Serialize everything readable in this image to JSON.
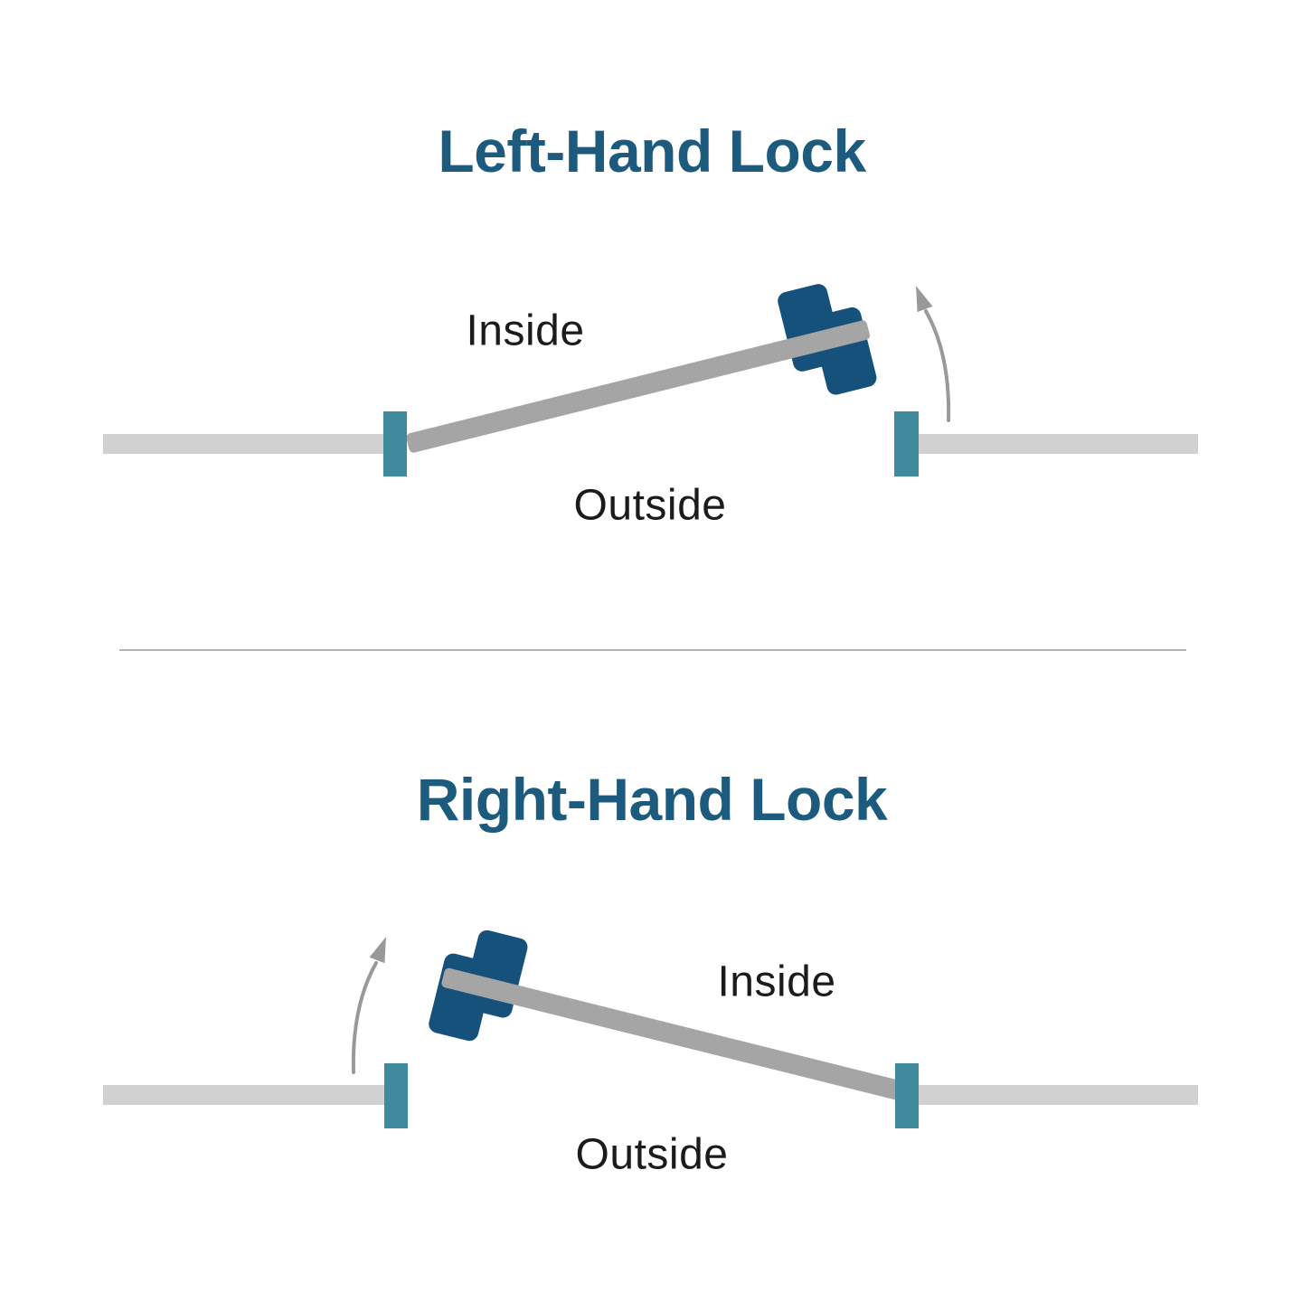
{
  "page": {
    "background": "#FFFFFF",
    "description": "Door handedness diagram showing left-hand and right-hand lock swing directions"
  },
  "colors": {
    "title_blue": "#1C5B7E",
    "label_black": "#1B1B1B",
    "lock_blue": "#15517A",
    "jamb_teal": "#3F8A9D",
    "wall_gray": "#D1D1D1",
    "door_gray": "#A5A5A5",
    "arrow_gray": "#999999",
    "divider_gray": "#B3B3B3"
  },
  "sections": [
    {
      "title": "Left-Hand Lock",
      "inside_label": "Inside",
      "outside_label": "Outside"
    },
    {
      "title": "Right-Hand Lock",
      "inside_label": "Inside",
      "outside_label": "Outside"
    }
  ]
}
